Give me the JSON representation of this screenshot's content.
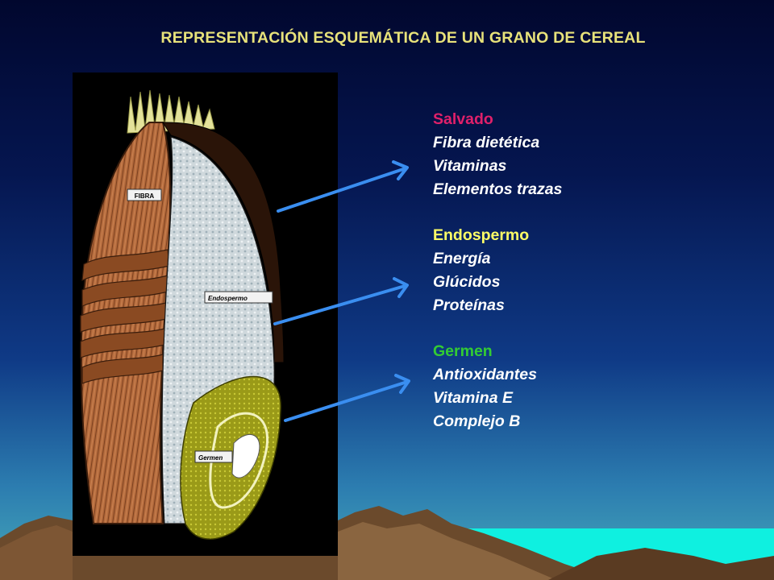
{
  "title": "REPRESENTACIÓN ESQUEMÁTICA DE UN GRANO DE CEREAL",
  "colors": {
    "title": "#e8e27a",
    "salvado": "#e0206a",
    "endospermo": "#ffff66",
    "germen": "#33cc33",
    "item": "#ffffff",
    "arrow": "#3a8ef0",
    "sea": "#0ff0e0"
  },
  "diagram": {
    "fibra_label": "FIBRA",
    "endospermo_label": "Endospermo",
    "germen_label": "Germen"
  },
  "groups": [
    {
      "heading": "Salvado",
      "color_key": "salvado",
      "items": [
        "Fibra dietética",
        "Vitaminas",
        "Elementos trazas"
      ]
    },
    {
      "heading": "Endospermo",
      "color_key": "endospermo",
      "items": [
        "Energía",
        "Glúcidos",
        "Proteínas"
      ]
    },
    {
      "heading": "Germen",
      "color_key": "germen",
      "items": [
        "Antioxidantes",
        "Vitamina E",
        "Complejo B"
      ]
    }
  ]
}
